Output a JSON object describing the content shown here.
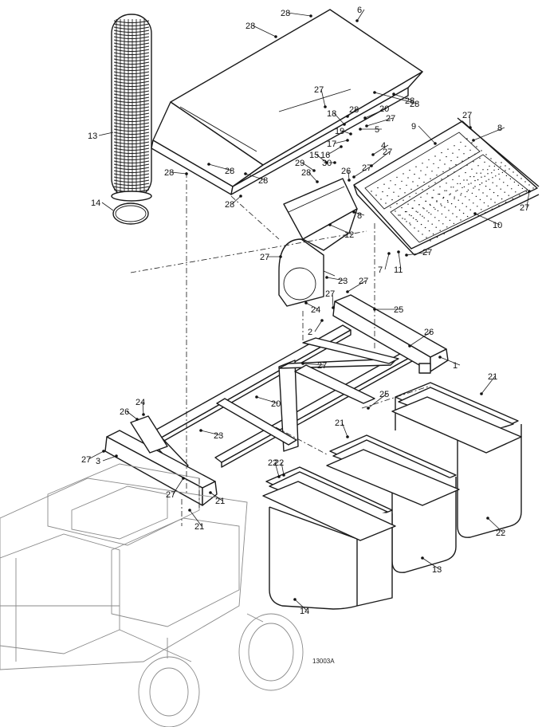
{
  "figure_ref": "13003A",
  "parts": [
    {
      "id": "hopper-lid",
      "label": "6"
    },
    {
      "id": "screen-panel",
      "label": "8"
    },
    {
      "id": "screen-frame-rear",
      "label": "9"
    },
    {
      "id": "screen-frame-front",
      "label": "10"
    },
    {
      "id": "chute",
      "label": "11"
    },
    {
      "id": "chute-adapter",
      "label": "12"
    },
    {
      "id": "hose",
      "label": "13"
    },
    {
      "id": "hose-clamp",
      "label": "14"
    },
    {
      "id": "frame",
      "label": "1"
    },
    {
      "id": "support-right",
      "label": "2"
    },
    {
      "id": "support-left",
      "label": "3"
    },
    {
      "id": "bag-frame-1",
      "label": "21"
    },
    {
      "id": "bag-frame-2",
      "label": "21"
    },
    {
      "id": "bag-frame-3",
      "label": "21"
    },
    {
      "id": "bag-1",
      "label": "22"
    },
    {
      "id": "bag-2",
      "label": "22"
    },
    {
      "id": "bag-3",
      "label": "22"
    }
  ],
  "callouts": [
    "28",
    "28",
    "6",
    "28",
    "28",
    "27",
    "28",
    "20",
    "27",
    "5",
    "18",
    "19",
    "17",
    "16",
    "4",
    "15",
    "30",
    "28",
    "29",
    "28",
    "26",
    "27",
    "27",
    "9",
    "8",
    "27",
    "28",
    "28",
    "28",
    "8",
    "10",
    "27",
    "27",
    "7",
    "11",
    "12",
    "27",
    "23",
    "27",
    "24",
    "27",
    "25",
    "2",
    "26",
    "27",
    "1",
    "20",
    "25",
    "24",
    "26",
    "23",
    "27",
    "3",
    "27",
    "21",
    "21",
    "21",
    "21",
    "22",
    "22",
    "22",
    "13",
    "14"
  ]
}
